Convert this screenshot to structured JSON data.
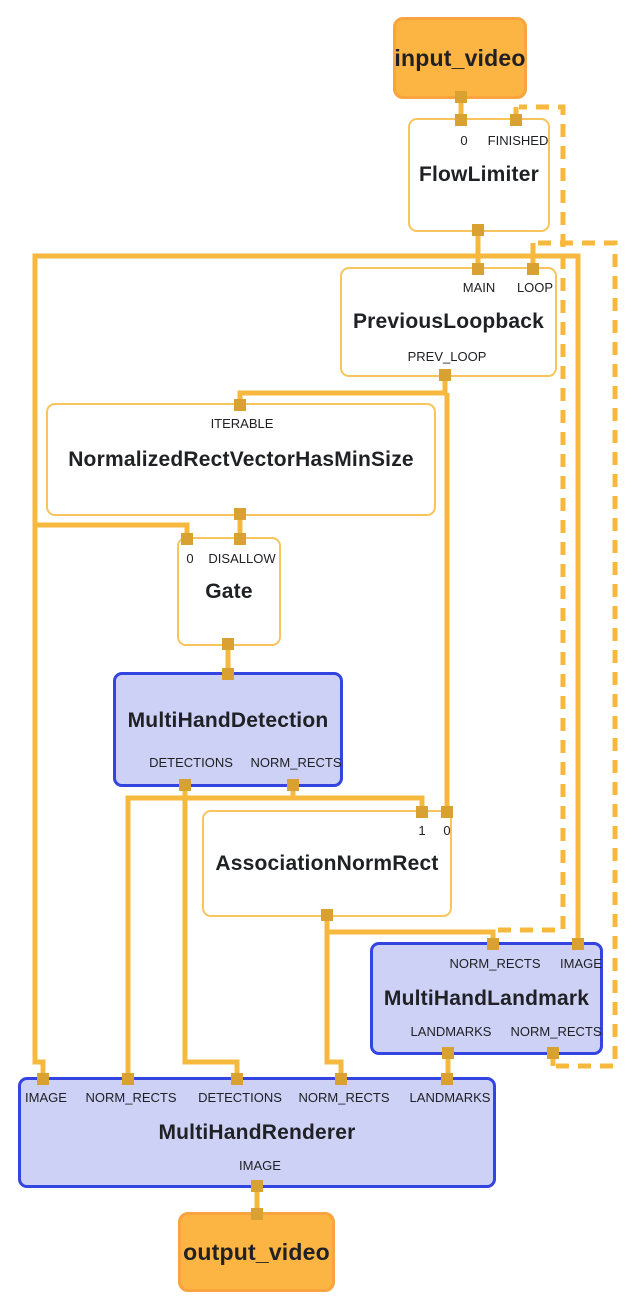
{
  "diagram": {
    "colors": {
      "edge": "#f6b93d",
      "port": "#d9a032",
      "stream_fill": "#fcb442",
      "stream_border": "#f9a43f",
      "subgraph_fill": "#cdd1f6",
      "subgraph_border": "#3344e0",
      "calculator_border": "#f8c45c",
      "text": "#202124"
    },
    "nodes": {
      "input_video": {
        "title": "input_video"
      },
      "flow_limiter": {
        "title": "FlowLimiter",
        "inputs": [
          "0",
          "FINISHED"
        ]
      },
      "previous_loopback": {
        "title": "PreviousLoopback",
        "inputs": [
          "MAIN",
          "LOOP"
        ],
        "outputs": [
          "PREV_LOOP"
        ]
      },
      "normalized_rect_vector_has_min_size": {
        "title": "NormalizedRectVectorHasMinSize",
        "inputs": [
          "ITERABLE"
        ]
      },
      "gate": {
        "title": "Gate",
        "inputs": [
          "0",
          "DISALLOW"
        ]
      },
      "multi_hand_detection": {
        "title": "MultiHandDetection",
        "outputs": [
          "DETECTIONS",
          "NORM_RECTS"
        ]
      },
      "association_norm_rect": {
        "title": "AssociationNormRect",
        "inputs": [
          "1",
          "0"
        ]
      },
      "multi_hand_landmark": {
        "title": "MultiHandLandmark",
        "inputs": [
          "NORM_RECTS",
          "IMAGE"
        ],
        "outputs": [
          "LANDMARKS",
          "NORM_RECTS"
        ]
      },
      "multi_hand_renderer": {
        "title": "MultiHandRenderer",
        "inputs": [
          "IMAGE",
          "NORM_RECTS",
          "DETECTIONS",
          "NORM_RECTS",
          "LANDMARKS"
        ],
        "outputs": [
          "IMAGE"
        ]
      },
      "output_video": {
        "title": "output_video"
      }
    }
  }
}
